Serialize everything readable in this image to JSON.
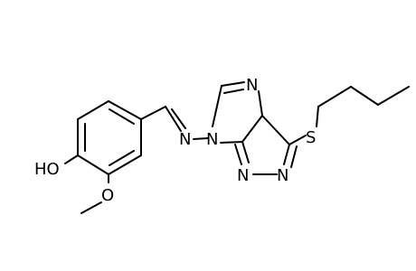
{
  "molecule": {
    "atom_labels": {
      "hydroxyl": "HO",
      "methoxy_oxygen": "O",
      "imine_nitrogen": "N",
      "ring_n_junction": "N",
      "ring_n_top": "N",
      "ring_n_bottom_left": "N",
      "ring_n_bottom_right": "N",
      "sulfur": "S"
    }
  }
}
